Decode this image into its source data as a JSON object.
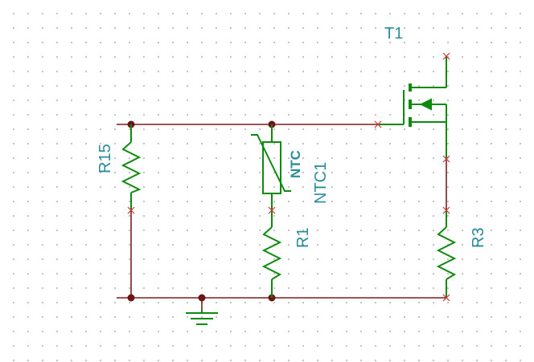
{
  "schematic": {
    "components": [
      {
        "ref": "T1",
        "kind": "mosfet"
      },
      {
        "ref": "R15",
        "kind": "resistor"
      },
      {
        "ref": "NTC1",
        "kind": "thermistor",
        "marking": "NTC"
      },
      {
        "ref": "R1",
        "kind": "resistor"
      },
      {
        "ref": "R3",
        "kind": "resistor"
      }
    ],
    "colors": {
      "wire": "#7a1f1f",
      "junction": "#6b1515",
      "component": "#0e8a0e",
      "label": "#2a8c9a",
      "unconnected_mark": "#cc3333",
      "grid_dot": "#b9b9b9"
    },
    "ground_symbol": "ground-icon"
  }
}
